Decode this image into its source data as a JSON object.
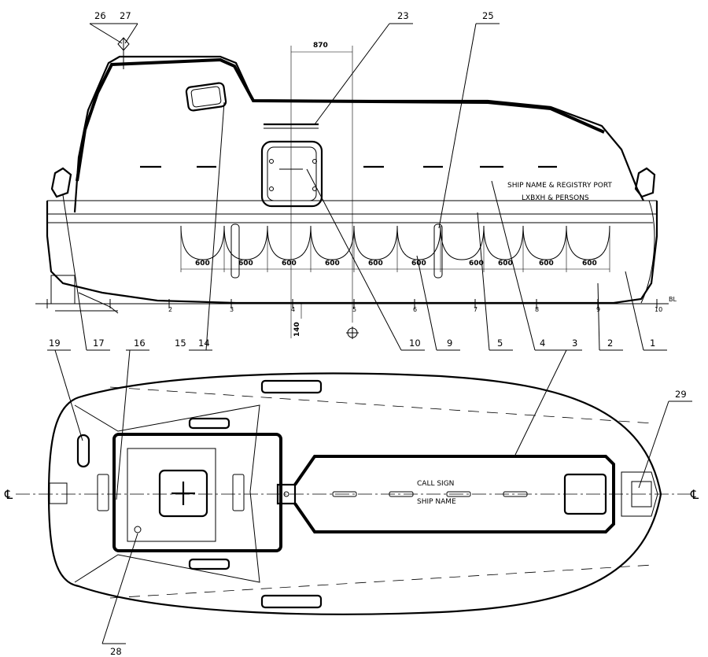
{
  "callouts": {
    "c1": "1",
    "c2": "2",
    "c3": "3",
    "c4": "4",
    "c5": "5",
    "c9": "9",
    "c10": "10",
    "c14": "14",
    "c15": "15",
    "c16": "16",
    "c17": "17",
    "c19": "19",
    "c23": "23",
    "c25": "25",
    "c26": "26",
    "c27": "27",
    "c28": "28",
    "c29": "29"
  },
  "dimensions": {
    "d870": "870",
    "d140": "140",
    "spacing": [
      "600",
      "600",
      "600",
      "600",
      "600",
      "600",
      "600",
      "600",
      "600",
      "600"
    ]
  },
  "stations": [
    "2",
    "3",
    "4",
    "5",
    "6",
    "7",
    "8",
    "9",
    "10"
  ],
  "station_suffix": "BL",
  "side_view": {
    "text_line1": "SHIP NAME & REGISTRY PORT",
    "text_line2": "LXBXH & PERSONS"
  },
  "top_view": {
    "call_sign": "CALL SIGN",
    "ship_name": "SHIP NAME",
    "centerline_symbol": "℄"
  }
}
